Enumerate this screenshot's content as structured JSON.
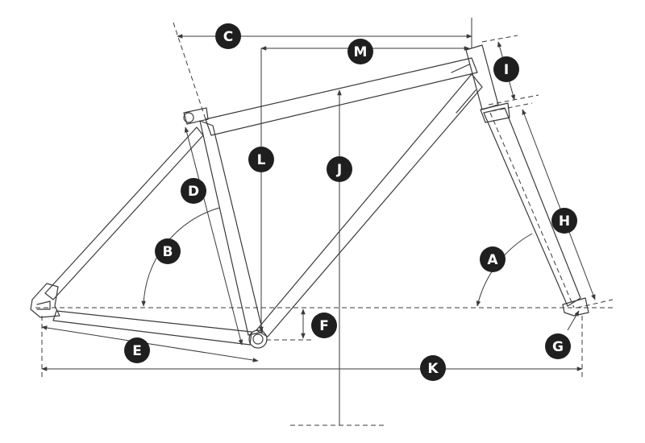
{
  "labels": {
    "A": "A",
    "B": "B",
    "C": "C",
    "D": "D",
    "E": "E",
    "F": "F",
    "G": "G",
    "H": "H",
    "I": "I",
    "J": "J",
    "K": "K",
    "L": "L",
    "M": "M"
  },
  "colors": {
    "line": "#3a3a3a",
    "badge": "#1f1f1f",
    "badge_text": "#ffffff",
    "background": "#ffffff"
  }
}
